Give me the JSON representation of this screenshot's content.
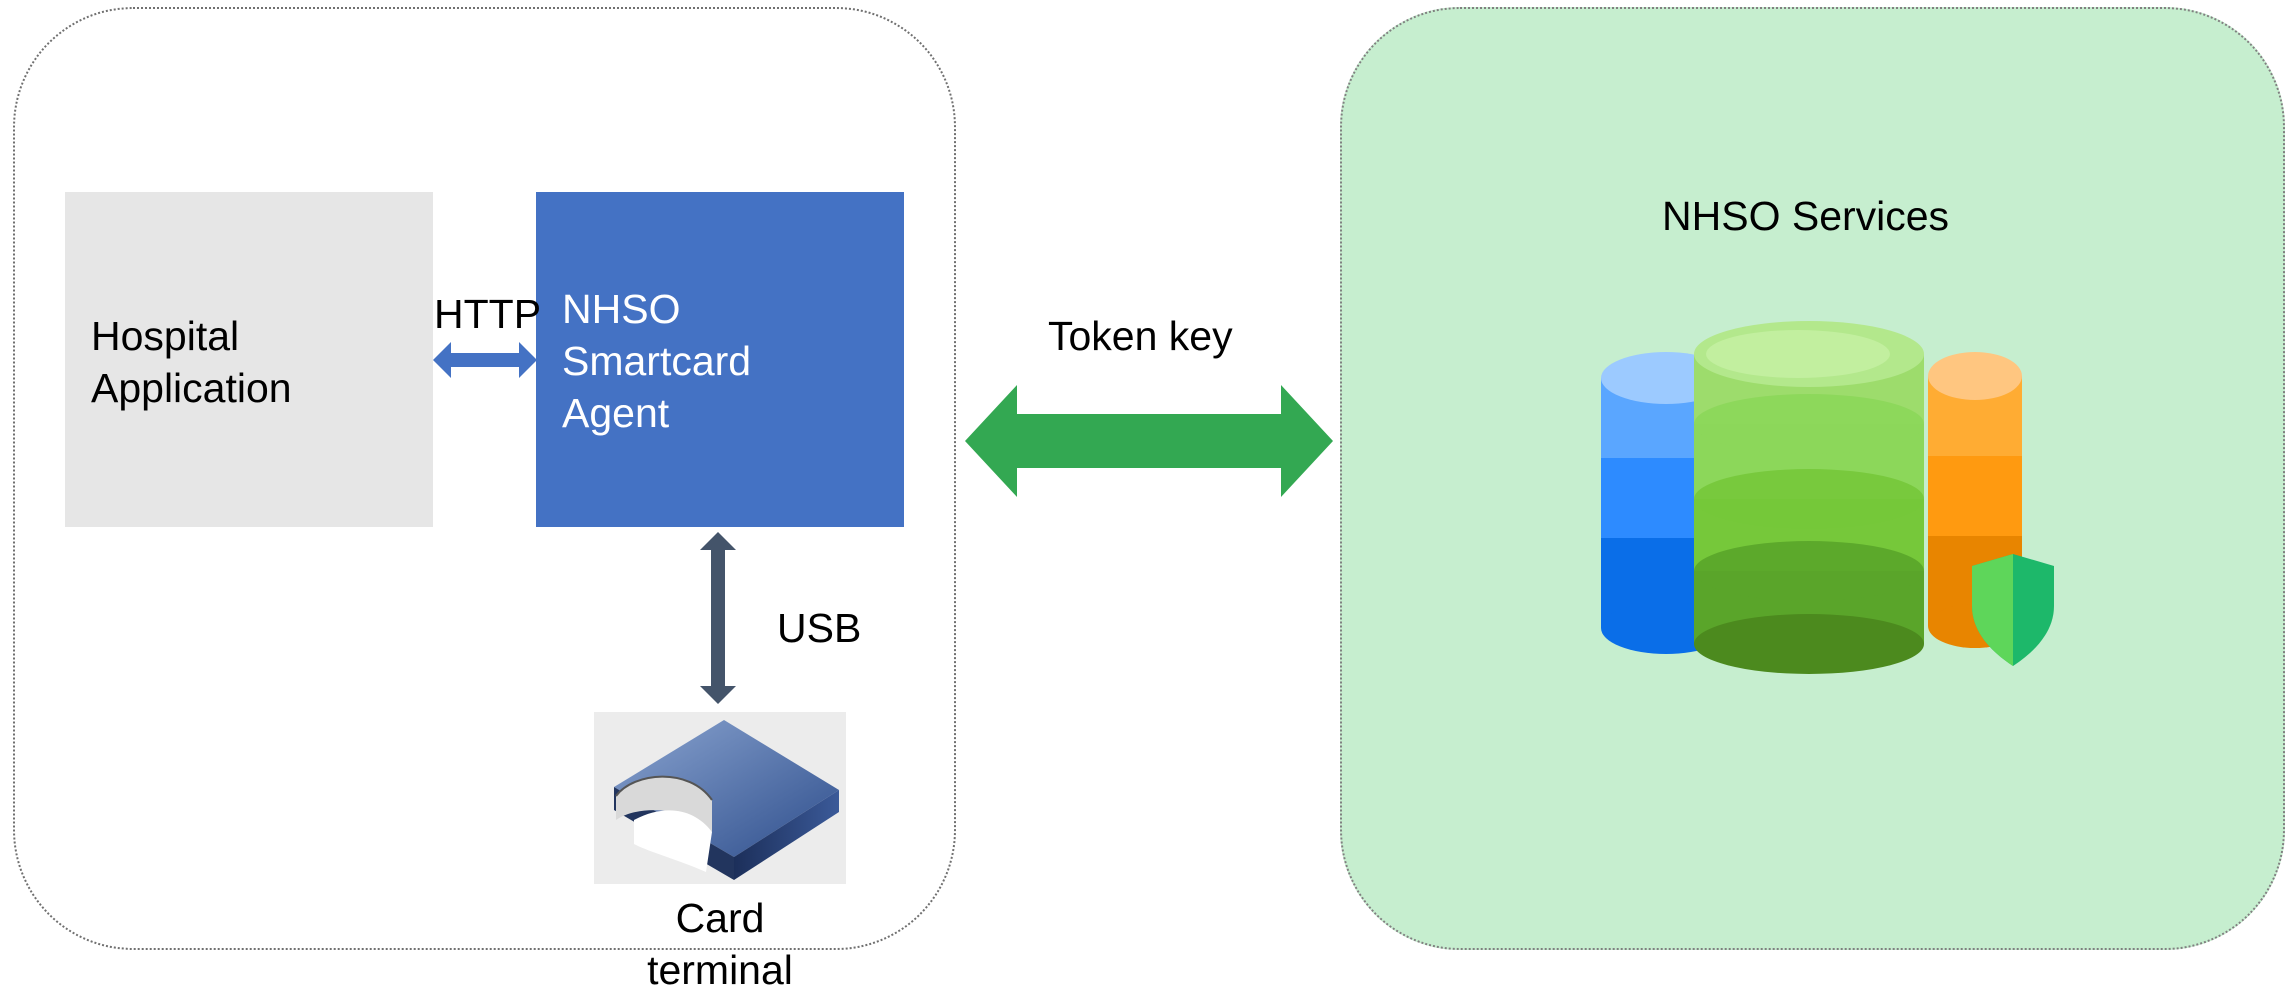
{
  "local_zone": {
    "hospital_app": {
      "label": "Hospital\nApplication"
    },
    "agent": {
      "label": "NHSO\nSmartcard\nAgent"
    },
    "http_link": {
      "label": "HTTP"
    },
    "usb_link": {
      "label": "USB"
    },
    "card_terminal": {
      "label": "Card\nterminal"
    }
  },
  "token_link": {
    "label": "Token key"
  },
  "cloud_zone": {
    "title": "NHSO Services"
  },
  "colors": {
    "agent_box": "#4472c4",
    "hospital_box": "#e6e6e6",
    "cloud_bg": "#c6eecf",
    "token_arrow": "#33a852",
    "usb_arrow": "#44546a"
  }
}
